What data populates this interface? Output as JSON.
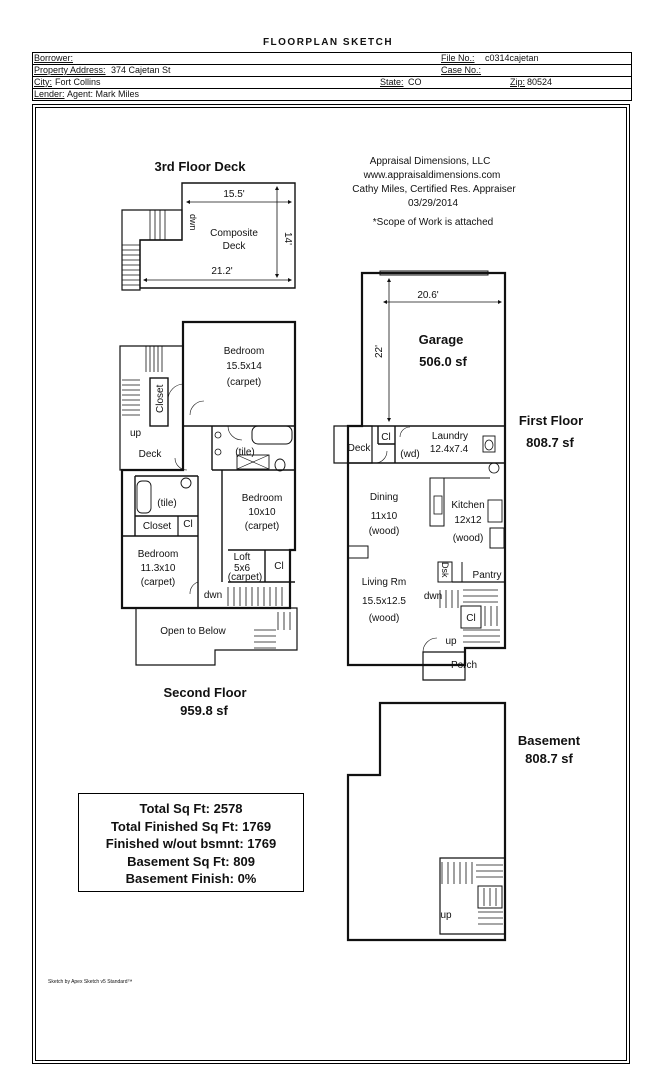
{
  "document": {
    "title": "FLOORPLAN SKETCH",
    "footer": "Sketch by Apex Sketch v5 Standard™"
  },
  "header": {
    "borrower_label": "Borrower:",
    "borrower": "",
    "file_no_label": "File No.:",
    "file_no": "c0314cajetan",
    "property_address_label": "Property Address:",
    "property_address": "374 Cajetan St",
    "case_no_label": "Case No.:",
    "case_no": "",
    "city_label": "City:",
    "city": "Fort Collins",
    "state_label": "State:",
    "state": "CO",
    "zip_label": "Zip:",
    "zip": "80524",
    "lender_label": "Lender:",
    "lender": "Agent:  Mark Miles"
  },
  "appraiser": {
    "company": "Appraisal Dimensions, LLC",
    "website": "www.appraisaldimensions.com",
    "name": "Cathy Miles, Certified Res. Appraiser",
    "date": "03/29/2014",
    "note": "*Scope of Work is attached"
  },
  "deck": {
    "title": "3rd Floor Deck",
    "name": "Composite",
    "name2": "Deck",
    "dim_top": "15.5'",
    "dim_bottom": "21.2'",
    "dim_side": "14'",
    "dwn": "dwn"
  },
  "second_floor": {
    "title": "Second Floor",
    "area": "959.8 sf",
    "bedroom1": {
      "name": "Bedroom",
      "size": "15.5x14",
      "floor": "(carpet)"
    },
    "closet1": "Closet",
    "up": "up",
    "deck": "Deck",
    "tile1": "(tile)",
    "tile2": "(tile)",
    "bedroom2": {
      "name": "Bedroom",
      "size": "10x10",
      "floor": "(carpet)"
    },
    "closet2": "Closet",
    "cl1": "Cl",
    "bedroom3": {
      "name": "Bedroom",
      "size": "11.3x10",
      "floor": "(carpet)"
    },
    "loft": {
      "name": "Loft",
      "size": "5x6",
      "floor": "(carpet)"
    },
    "cl2": "Cl",
    "dwn": "dwn",
    "open": "Open to Below"
  },
  "first_floor": {
    "title": "First Floor",
    "area": "808.7 sf",
    "garage": {
      "name": "Garage",
      "area": "506.0 sf",
      "width": "20.6'",
      "depth": "22'"
    },
    "deck": "Deck",
    "cl1": "Cl",
    "wd": "(wd)",
    "laundry": {
      "name": "Laundry",
      "size": "12.4x7.4"
    },
    "dining": {
      "name": "Dining",
      "size": "11x10",
      "floor": "(wood)"
    },
    "kitchen": {
      "name": "Kitchen",
      "size": "12x12",
      "floor": "(wood)"
    },
    "dsk": "Dsk",
    "pantry": "Pantry",
    "living": {
      "name": "Living Rm",
      "size": "15.5x12.5",
      "floor": "(wood)"
    },
    "dwn": "dwn",
    "cl2": "Cl",
    "up": "up",
    "porch": "Porch"
  },
  "basement": {
    "title": "Basement",
    "area": "808.7 sf",
    "up": "up"
  },
  "summary": {
    "total_sq_ft": "Total Sq Ft:  2578",
    "total_finished": "Total Finished Sq Ft:  1769",
    "finished_wo_bsmnt": "Finished w/out bsmnt:  1769",
    "basement_sq_ft": "Basement Sq Ft:  809",
    "basement_finish": "Basement Finish:  0%"
  }
}
